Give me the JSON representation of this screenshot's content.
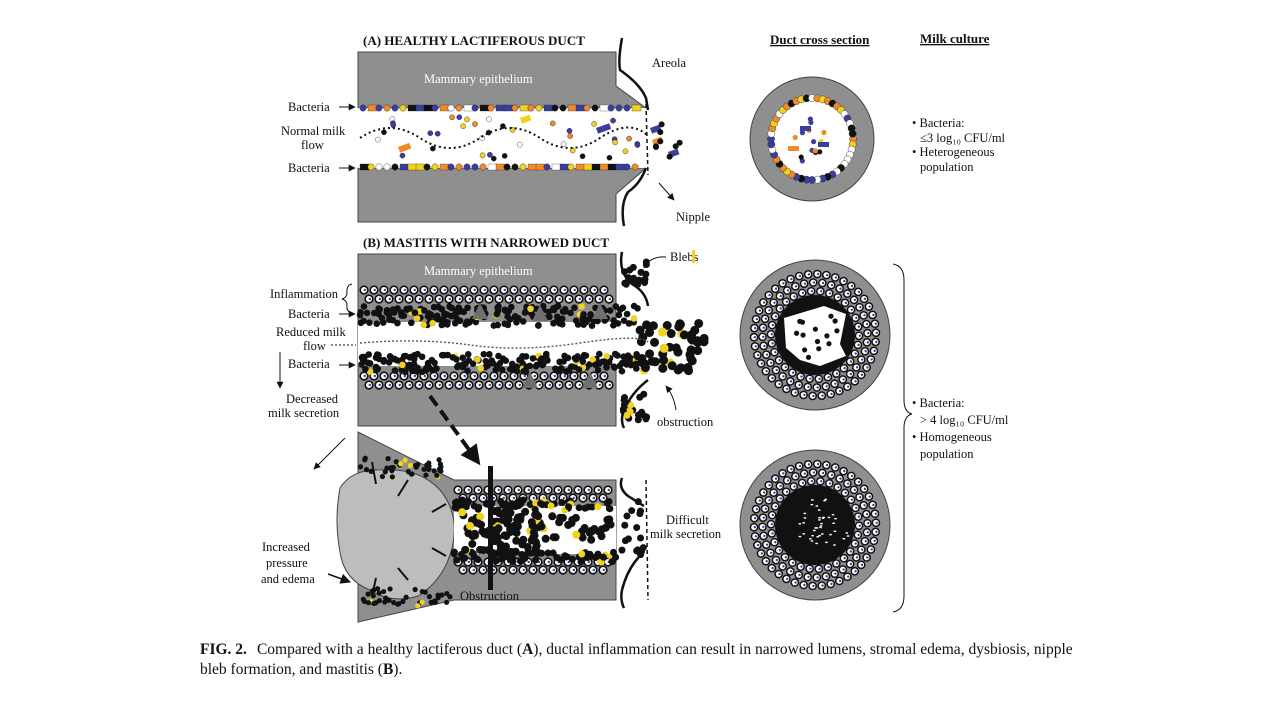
{
  "panel_a": {
    "title": "(A) HEALTHY LACTIFEROUS DUCT",
    "epithelium": "Mammary epithelium",
    "bacteria_top": "Bacteria",
    "flow_line1": "Normal milk",
    "flow_line2": "flow",
    "bacteria_bottom": "Bacteria",
    "areola": "Areola",
    "nipple": "Nipple"
  },
  "panel_b": {
    "title": "(B) MASTITIS WITH NARROWED DUCT",
    "epithelium": "Mammary epithelium",
    "blebs": "Blebs",
    "inflammation": "Inflammation",
    "bacteria_top": "Bacteria",
    "flow_line1": "Reduced milk",
    "flow_line2": "flow",
    "bacteria_bottom": "Bacteria",
    "decreased_line1": "Decreased",
    "decreased_line2": "milk secretion",
    "obstruction_right": "obstruction",
    "difficult_line1": "Difficult",
    "difficult_line2": "milk secretion",
    "pressure_line1": "Increased",
    "pressure_line2": "pressure",
    "pressure_line3": "and edema",
    "obstruction_bottom": "Obstruction"
  },
  "headers": {
    "cross_section": "Duct cross section",
    "milk_culture": "Milk culture"
  },
  "culture_a": {
    "line1": "• Bacteria:",
    "line2": "≤3 log₁₀ CFU/ml",
    "line3": "• Heterogeneous",
    "line4": "population"
  },
  "culture_b": {
    "line1": "• Bacteria:",
    "line2": "> 4 log₁₀ CFU/ml",
    "line3": "• Homogeneous",
    "line4": "population"
  },
  "caption": {
    "fig_label": "FIG. 2.",
    "part1": "Compared with a healthy lactiferous duct (",
    "a": "A",
    "part2": "), ductal inflammation can result in narrowed lumens, stromal edema, dysbiosis, nipple bleb formation, and mastitis (",
    "b": "B",
    "part3": ")."
  },
  "colors": {
    "epithelium_gray": "#8f8f8f",
    "lumen_white": "#ffffff",
    "bacteria_orange": "#f08a2c",
    "bacteria_yellow": "#f2d21c",
    "bacteria_blue": "#3a3f9e",
    "bacteria_black": "#111111",
    "edema_gray": "#bdbdbd"
  }
}
